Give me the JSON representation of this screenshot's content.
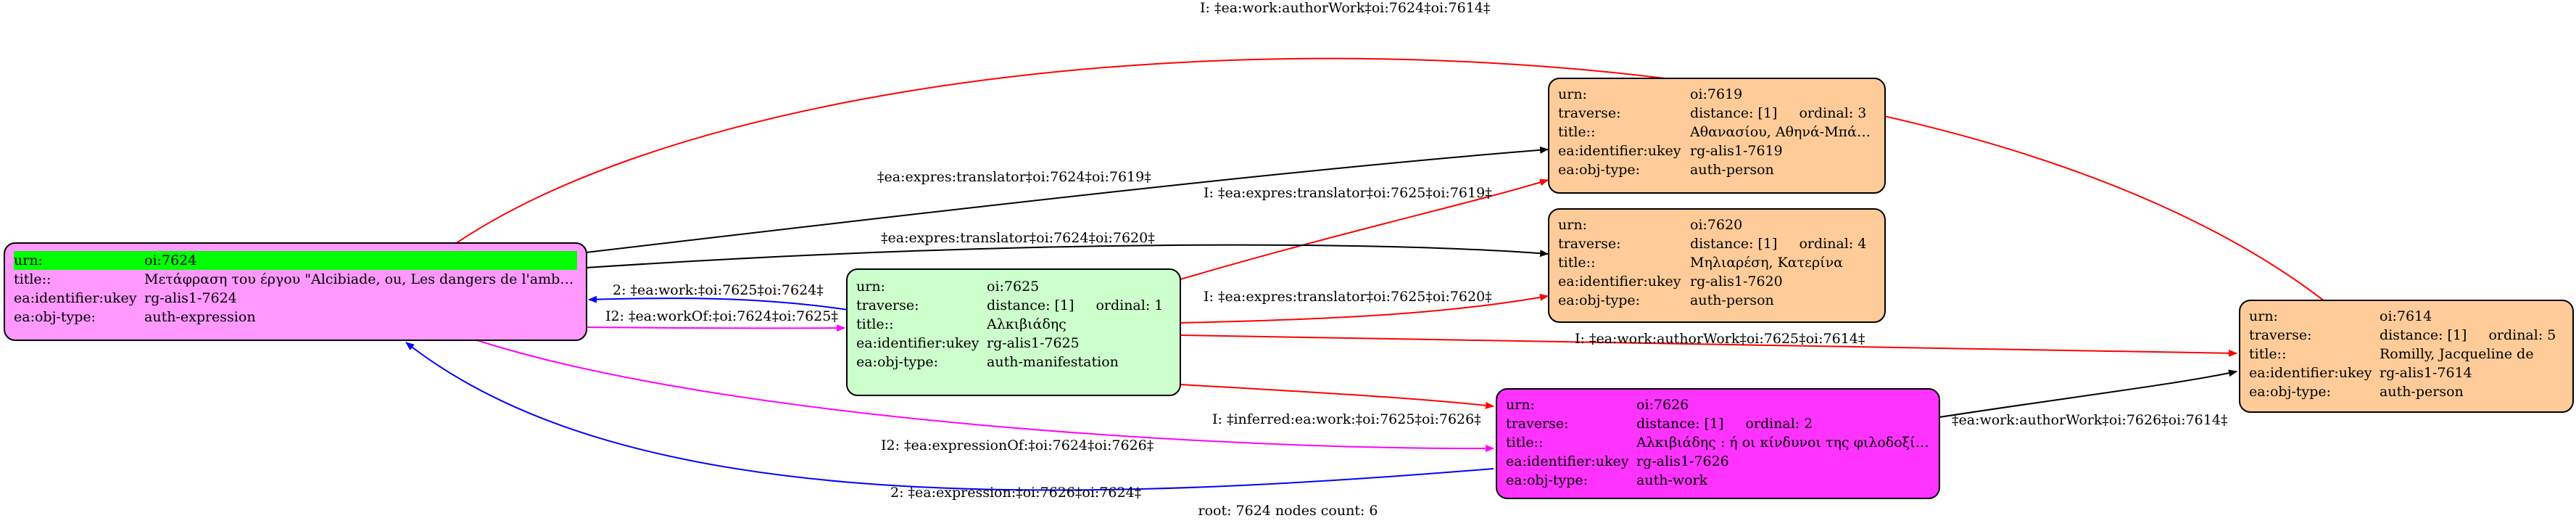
{
  "colors": {
    "root_fill": "#ff99ff",
    "manifestation_fill": "#ccffcc",
    "person_fill": "#ffcc99",
    "work_fill": "#ff33ff",
    "highlight": "#00ff00",
    "edge_black": "#000000",
    "edge_red": "#ff0000",
    "edge_blue": "#0000ff",
    "edge_magenta": "#ff00ff"
  },
  "nodes": {
    "n7624": {
      "urn_key": "urn:",
      "urn": "oi:7624",
      "title_key": "title::",
      "title": "Μετάφραση του έργου \"Alcibiade, ou, Les dangers de l'ambit...",
      "ukey_key": "ea:identifier:ukey",
      "ukey": "rg-alis1-7624",
      "type_key": "ea:obj-type:",
      "type": "auth-expression"
    },
    "n7625": {
      "urn_key": "urn:",
      "urn": "oi:7625",
      "traverse_key": "traverse:",
      "distance": "distance: [1]",
      "ordinal": "ordinal: 1",
      "title_key": "title::",
      "title": "Αλκιβιάδης",
      "ukey_key": "ea:identifier:ukey",
      "ukey": "rg-alis1-7625",
      "type_key": "ea:obj-type:",
      "type": "auth-manifestation"
    },
    "n7619": {
      "urn_key": "urn:",
      "urn": "oi:7619",
      "traverse_key": "traverse:",
      "distance": "distance: [1]",
      "ordinal": "ordinal: 3",
      "title_key": "title::",
      "title": "Αθανασίου, Αθηνά-Μπάμπη",
      "ukey_key": "ea:identifier:ukey",
      "ukey": "rg-alis1-7619",
      "type_key": "ea:obj-type:",
      "type": "auth-person"
    },
    "n7620": {
      "urn_key": "urn:",
      "urn": "oi:7620",
      "traverse_key": "traverse:",
      "distance": "distance: [1]",
      "ordinal": "ordinal: 4",
      "title_key": "title::",
      "title": "Μηλιαρέση, Κατερίνα",
      "ukey_key": "ea:identifier:ukey",
      "ukey": "rg-alis1-7620",
      "type_key": "ea:obj-type:",
      "type": "auth-person"
    },
    "n7626": {
      "urn_key": "urn:",
      "urn": "oi:7626",
      "traverse_key": "traverse:",
      "distance": "distance: [1]",
      "ordinal": "ordinal: 2",
      "title_key": "title::",
      "title": "Αλκιβιάδης : ή οι κίνδυνοι της φιλοδοξίας",
      "ukey_key": "ea:identifier:ukey",
      "ukey": "rg-alis1-7626",
      "type_key": "ea:obj-type:",
      "type": "auth-work"
    },
    "n7614": {
      "urn_key": "urn:",
      "urn": "oi:7614",
      "traverse_key": "traverse:",
      "distance": "distance: [1]",
      "ordinal": "ordinal: 5",
      "title_key": "title::",
      "title": "Romilly, Jacqueline de",
      "ukey_key": "ea:identifier:ukey",
      "ukey": "rg-alis1-7614",
      "type_key": "ea:obj-type:",
      "type": "auth-person"
    }
  },
  "edges": {
    "e_author_7624_7614": "I: ‡ea:work:authorWork‡oi:7624‡oi:7614‡",
    "e_trans_7624_7619": "‡ea:expres:translator‡oi:7624‡oi:7619‡",
    "e_trans_7625_7619": "I: ‡ea:expres:translator‡oi:7625‡oi:7619‡",
    "e_trans_7624_7620": "‡ea:expres:translator‡oi:7624‡oi:7620‡",
    "e_work_7625_7624": "2: ‡ea:work:‡oi:7625‡oi:7624‡",
    "e_trans_7625_7620": "I: ‡ea:expres:translator‡oi:7625‡oi:7620‡",
    "e_workof_7624_7625": "I2: ‡ea:workOf:‡oi:7624‡oi:7625‡",
    "e_author_7625_7614": "I: ‡ea:work:authorWork‡oi:7625‡oi:7614‡",
    "e_inferred_7625_7626": "I: ‡inferred:ea:work:‡oi:7625‡oi:7626‡",
    "e_author_7626_7614": "‡ea:work:authorWork‡oi:7626‡oi:7614‡",
    "e_exprof_7624_7626": "I2: ‡ea:expressionOf:‡oi:7624‡oi:7626‡",
    "e_expr_7626_7624": "2: ‡ea:expression:‡oi:7626‡oi:7624‡"
  },
  "footer": "root: 7624 nodes count: 6"
}
